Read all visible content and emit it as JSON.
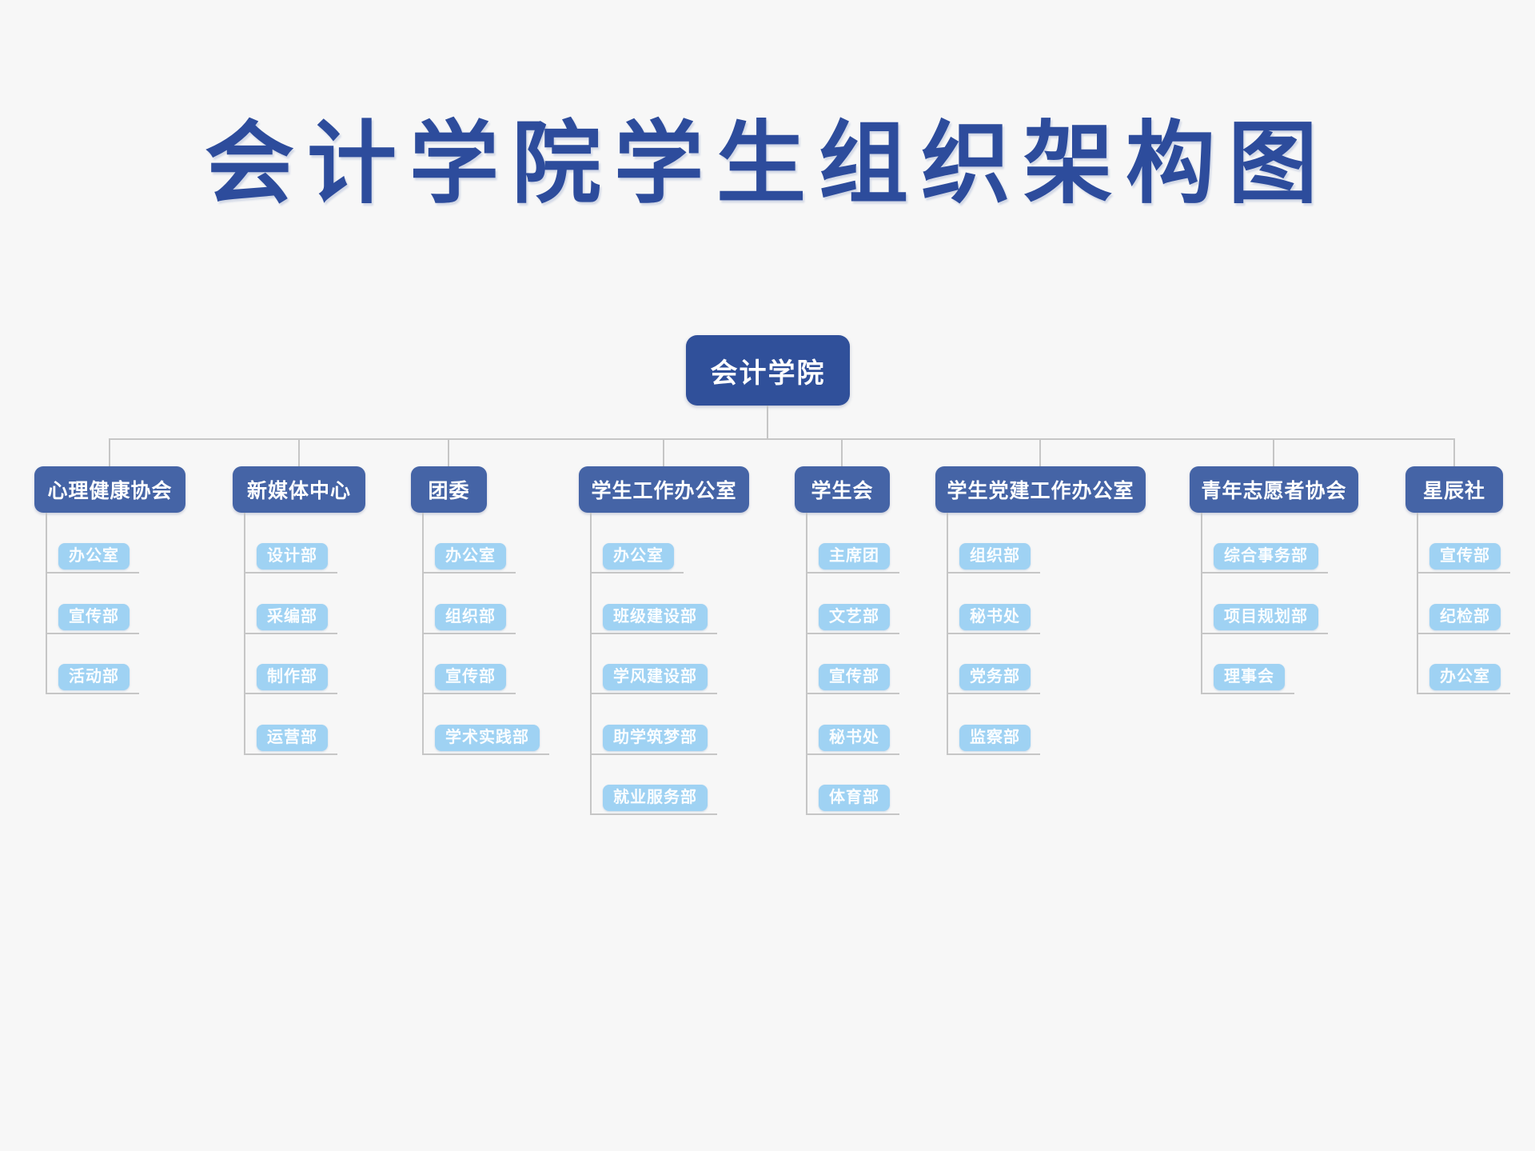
{
  "title": "会计学院学生组织架构图",
  "root": {
    "label": "会计学院"
  },
  "branches": [
    {
      "label": "心理健康协会",
      "children": [
        "办公室",
        "宣传部",
        "活动部"
      ]
    },
    {
      "label": "新媒体中心",
      "children": [
        "设计部",
        "采编部",
        "制作部",
        "运营部"
      ]
    },
    {
      "label": "团委",
      "children": [
        "办公室",
        "组织部",
        "宣传部",
        "学术实践部"
      ]
    },
    {
      "label": "学生工作办公室",
      "children": [
        "办公室",
        "班级建设部",
        "学风建设部",
        "助学筑梦部",
        "就业服务部"
      ]
    },
    {
      "label": "学生会",
      "children": [
        "主席团",
        "文艺部",
        "宣传部",
        "秘书处",
        "体育部"
      ]
    },
    {
      "label": "学生党建工作办公室",
      "children": [
        "组织部",
        "秘书处",
        "党务部",
        "监察部"
      ]
    },
    {
      "label": "青年志愿者协会",
      "children": [
        "综合事务部",
        "项目规划部",
        "理事会"
      ]
    },
    {
      "label": "星辰社",
      "children": [
        "宣传部",
        "纪检部",
        "办公室"
      ]
    }
  ],
  "colors": {
    "background": "#f7f7f7",
    "title_text": "#2d4c9c",
    "root_fill": "#30509a",
    "branch_fill": "#4564a6",
    "dept_fill": "#9fd2f3",
    "node_text": "#ffffff",
    "connector": "#c6c6c6"
  }
}
